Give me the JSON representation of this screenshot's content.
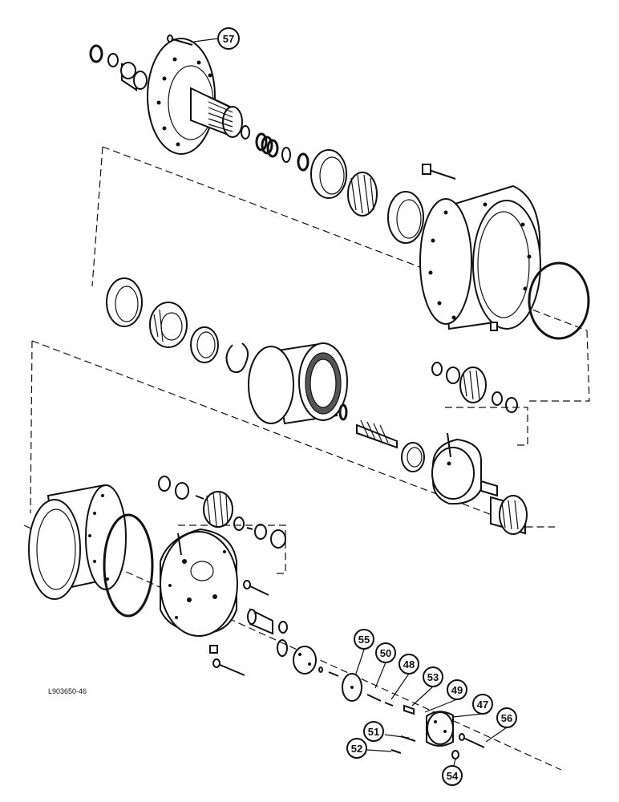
{
  "drawing_code": "L903650-46",
  "callouts": [
    {
      "id": "c57",
      "label": "57"
    },
    {
      "id": "c55",
      "label": "55"
    },
    {
      "id": "c50",
      "label": "50"
    },
    {
      "id": "c48",
      "label": "48"
    },
    {
      "id": "c53",
      "label": "53"
    },
    {
      "id": "c49",
      "label": "49"
    },
    {
      "id": "c47",
      "label": "47"
    },
    {
      "id": "c56",
      "label": "56"
    },
    {
      "id": "c51",
      "label": "51"
    },
    {
      "id": "c52",
      "label": "52"
    },
    {
      "id": "c54",
      "label": "54"
    }
  ]
}
